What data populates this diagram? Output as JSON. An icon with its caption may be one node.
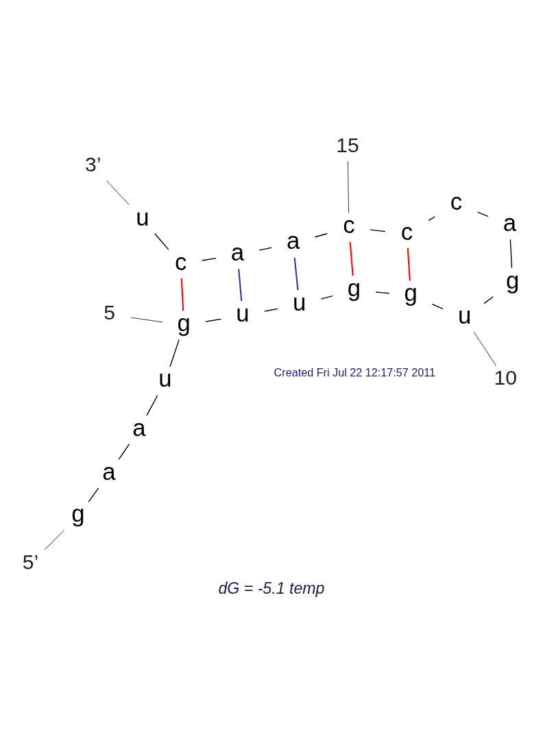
{
  "diagram": {
    "caption": "dG = -5.1 temp",
    "nodes": [
      {
        "text": [
          "5’"
        ]
      },
      {
        "text": [
          "g"
        ]
      },
      {
        "text": [
          "a"
        ]
      },
      {
        "text": [
          "a"
        ]
      },
      {
        "text": [
          "u"
        ]
      },
      {
        "text": [
          "g"
        ]
      },
      {
        "text": [
          "u"
        ]
      },
      {
        "text": [
          "u"
        ]
      },
      {
        "text": [
          "g"
        ]
      },
      {
        "text": [
          "g"
        ]
      },
      {
        "text": [
          "u"
        ]
      },
      {
        "text": [
          "g"
        ]
      },
      {
        "text": [
          "a"
        ]
      },
      {
        "text": [
          "c"
        ]
      },
      {
        "text": [
          "c"
        ]
      },
      {
        "text": [
          "c"
        ]
      },
      {
        "text": [
          "a"
        ]
      },
      {
        "text": [
          "a"
        ]
      },
      {
        "text": [
          "c"
        ]
      },
      {
        "text": [
          "u"
        ]
      },
      {
        "text": [
          "3’"
        ]
      },
      {
        "text": [
          "5"
        ]
      },
      {
        "text": [
          "10"
        ]
      },
      {
        "text": [
          "15"
        ]
      }
    ],
    "edges": [
      {
        "from": 0,
        "to": 1,
        "arrow": "none"
      },
      {
        "from": 1,
        "to": 2,
        "arrow": "none"
      },
      {
        "from": 2,
        "to": 3,
        "arrow": "none"
      },
      {
        "from": 3,
        "to": 4,
        "arrow": "none"
      },
      {
        "from": 4,
        "to": 5,
        "arrow": "none"
      },
      {
        "from": 5,
        "to": 6,
        "arrow": "none"
      },
      {
        "from": 6,
        "to": 7,
        "arrow": "none"
      },
      {
        "from": 7,
        "to": 8,
        "arrow": "none"
      },
      {
        "from": 8,
        "to": 9,
        "arrow": "none"
      },
      {
        "from": 9,
        "to": 10,
        "arrow": "none"
      },
      {
        "from": 10,
        "to": 11,
        "arrow": "none"
      },
      {
        "from": 11,
        "to": 12,
        "arrow": "none"
      },
      {
        "from": 12,
        "to": 13,
        "arrow": "none"
      },
      {
        "from": 13,
        "to": 14,
        "arrow": "none"
      },
      {
        "from": 14,
        "to": 15,
        "arrow": "none"
      },
      {
        "from": 15,
        "to": 16,
        "arrow": "none"
      },
      {
        "from": 16,
        "to": 17,
        "arrow": "none"
      },
      {
        "from": 17,
        "to": 18,
        "arrow": "none"
      },
      {
        "from": 18,
        "to": 19,
        "arrow": "none"
      },
      {
        "from": 19,
        "to": 20,
        "arrow": "none"
      },
      {
        "from": 5,
        "to": 18,
        "arrow": "none",
        "color": "#ff0000"
      },
      {
        "from": 6,
        "to": 17,
        "arrow": "none",
        "color": "#3333aa"
      },
      {
        "from": 7,
        "to": 16,
        "arrow": "none",
        "color": "#3333aa"
      },
      {
        "from": 8,
        "to": 15,
        "arrow": "none",
        "color": "#ff0000"
      },
      {
        "from": 9,
        "to": 14,
        "arrow": "none",
        "color": "#ff0000"
      },
      {
        "from": 21,
        "to": 5,
        "arrow": "none"
      },
      {
        "from": 22,
        "to": 10,
        "arrow": "none"
      },
      {
        "from": 23,
        "to": 15,
        "arrow": "none"
      }
    ],
    "labels": [
      "Created Fri Jul 22 12:17:57 2011"
    ]
  }
}
